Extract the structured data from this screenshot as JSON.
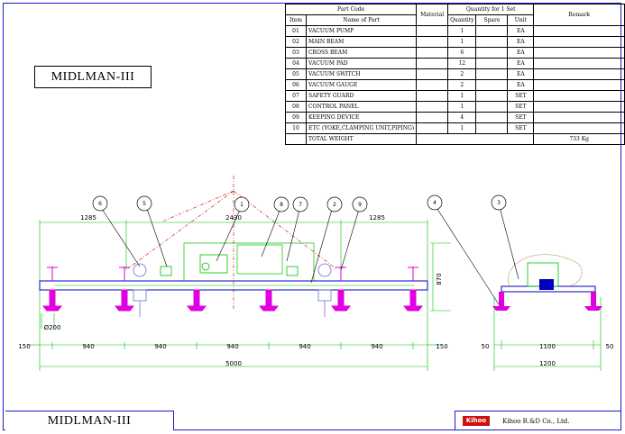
{
  "title": "MIDLMAN-III",
  "title_bottom": "MIDLMAN-III",
  "company": {
    "logo": "Kihoo",
    "name": "Kihoo R.&D Co., Ltd."
  },
  "bom": {
    "headers": {
      "part_code": "Part Code",
      "material": "Material",
      "qty_for_set": "Quantity for 1 Set",
      "remark": "Remark",
      "item": "Item",
      "name_of_part": "Name of Part",
      "quantity": "Quantity",
      "spare": "Spare",
      "unit": "Unit"
    },
    "rows": [
      {
        "item": "01",
        "name": "VACUUM PUMP",
        "qty": "1",
        "unit": "EA"
      },
      {
        "item": "02",
        "name": "MAIN BEAM",
        "qty": "1",
        "unit": "EA"
      },
      {
        "item": "03",
        "name": "CROSS BEAM",
        "qty": "6",
        "unit": "EA"
      },
      {
        "item": "04",
        "name": "VACUUM PAD",
        "qty": "12",
        "unit": "EA"
      },
      {
        "item": "05",
        "name": "VACUUM SWITCH",
        "qty": "2",
        "unit": "EA"
      },
      {
        "item": "06",
        "name": "VACUUM GAUGE",
        "qty": "2",
        "unit": "EA"
      },
      {
        "item": "07",
        "name": "SAFETY GUARD",
        "qty": "1",
        "unit": "SET"
      },
      {
        "item": "08",
        "name": "CONTROL PANEL",
        "qty": "1",
        "unit": "SET"
      },
      {
        "item": "09",
        "name": "KEEPING DEVICE",
        "qty": "4",
        "unit": "SET"
      },
      {
        "item": "10",
        "name": "ETC (YOKE,CLAMPING UNIT,PIPING)",
        "qty": "1",
        "unit": "SET"
      }
    ],
    "total_label": "TOTAL WEIGHT",
    "total_value": "733 Kg"
  },
  "dimensions": {
    "d1285_left": "1285",
    "d2430": "2430",
    "d1285_right": "1285",
    "d870": "870",
    "d200": "Ø200",
    "d150_left": "150",
    "d940_1": "940",
    "d940_2": "940",
    "d940_3": "940",
    "d940_4": "940",
    "d940_5": "940",
    "d150_right": "150",
    "d5000": "5000",
    "d50_left": "50",
    "d1100": "1100",
    "d50_right": "50",
    "d1200": "1200"
  },
  "balloons": [
    "6",
    "5",
    "1",
    "8",
    "7",
    "2",
    "9",
    "4",
    "3"
  ],
  "colors": {
    "frame": "#1a1ac8",
    "dimension": "#00c000",
    "pad": "#e000e0",
    "beam": "#0000c0",
    "leader": "#000000",
    "centerline": "#c00000"
  }
}
